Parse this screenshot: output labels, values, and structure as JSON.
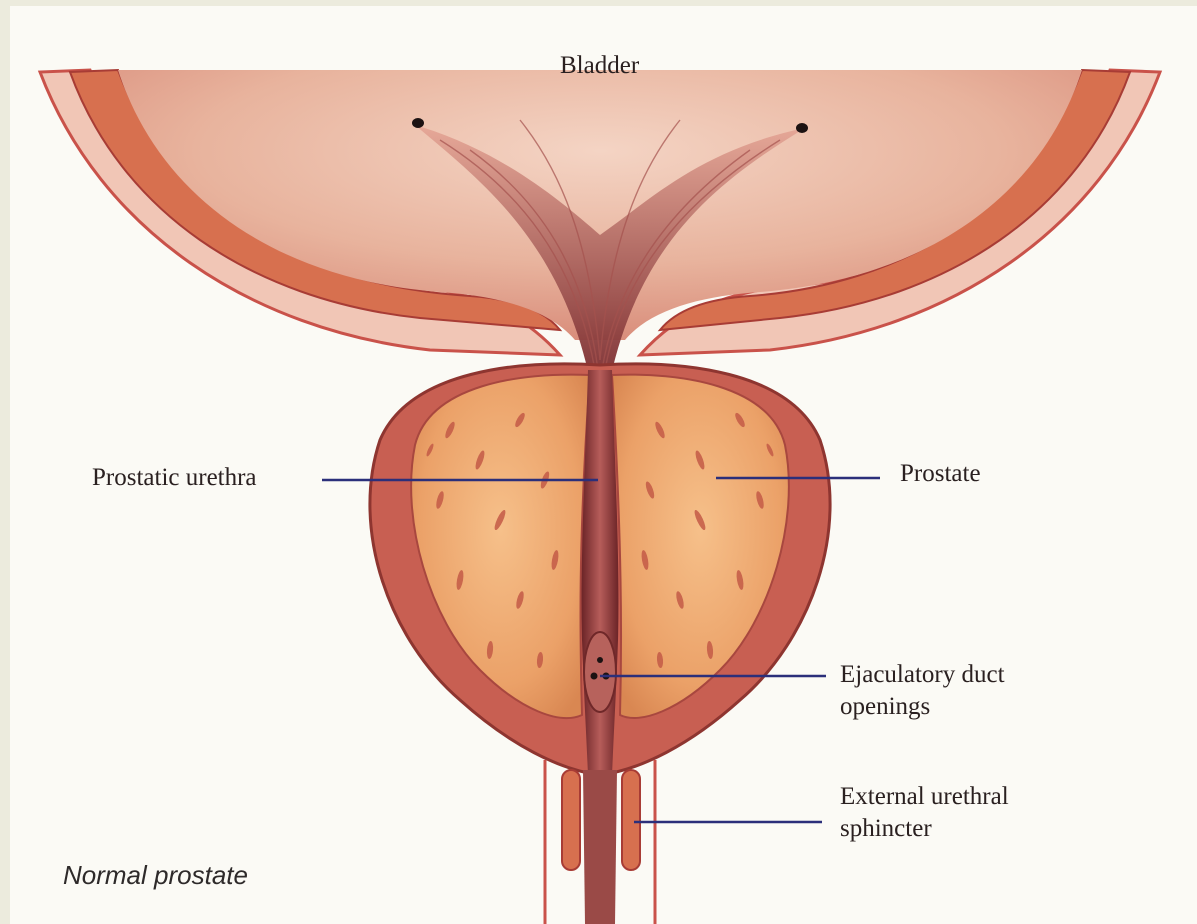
{
  "labels": {
    "bladder": "Bladder",
    "prostatic_urethra": "Prostatic urethra",
    "prostate": "Prostate",
    "ejaculatory_duct_openings": [
      "Ejaculatory duct",
      "openings"
    ],
    "external_urethral_sphincter": [
      "External urethral",
      "sphincter"
    ]
  },
  "caption": "Normal prostate",
  "colors": {
    "leader_line": "#2b2f7a",
    "bladder_fill": "#e9b9a2",
    "bladder_wall": "#c9524a",
    "prostate_tissue": "#eea66a",
    "prostate_capsule": "#b84d45",
    "urethra": "#8c3b3b",
    "background": "#fbfaf5",
    "text": "#2a2020"
  }
}
